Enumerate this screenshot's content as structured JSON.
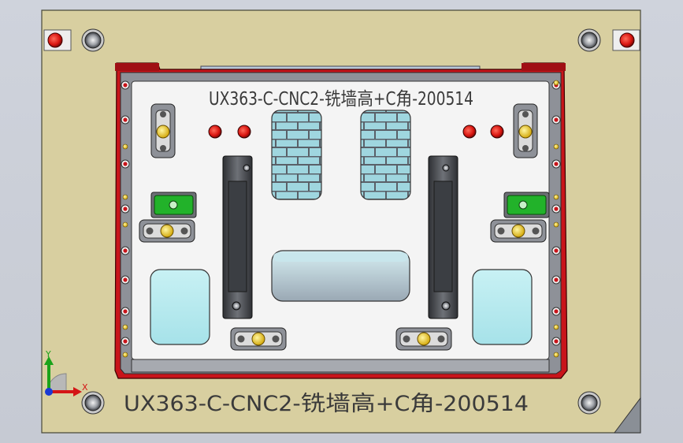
{
  "fixture": {
    "top_label": "UX363-C-CNC2-铣墙高+C角-200514",
    "bottom_label": "UX363-C-CNC2-铣墙高+C角-200514"
  },
  "triad": {
    "y_label": "Y",
    "x_label": "X"
  },
  "colors": {
    "background": "#c9cdd6",
    "base_plate": "#d8cfa0",
    "plate_face": "#f4f4f4",
    "red_rim": "#c8141a",
    "steel": "#8e9198",
    "cyan_pocket": "#aee8ee",
    "green_block": "#22b22a",
    "brick_fill": "#9fd6df"
  }
}
